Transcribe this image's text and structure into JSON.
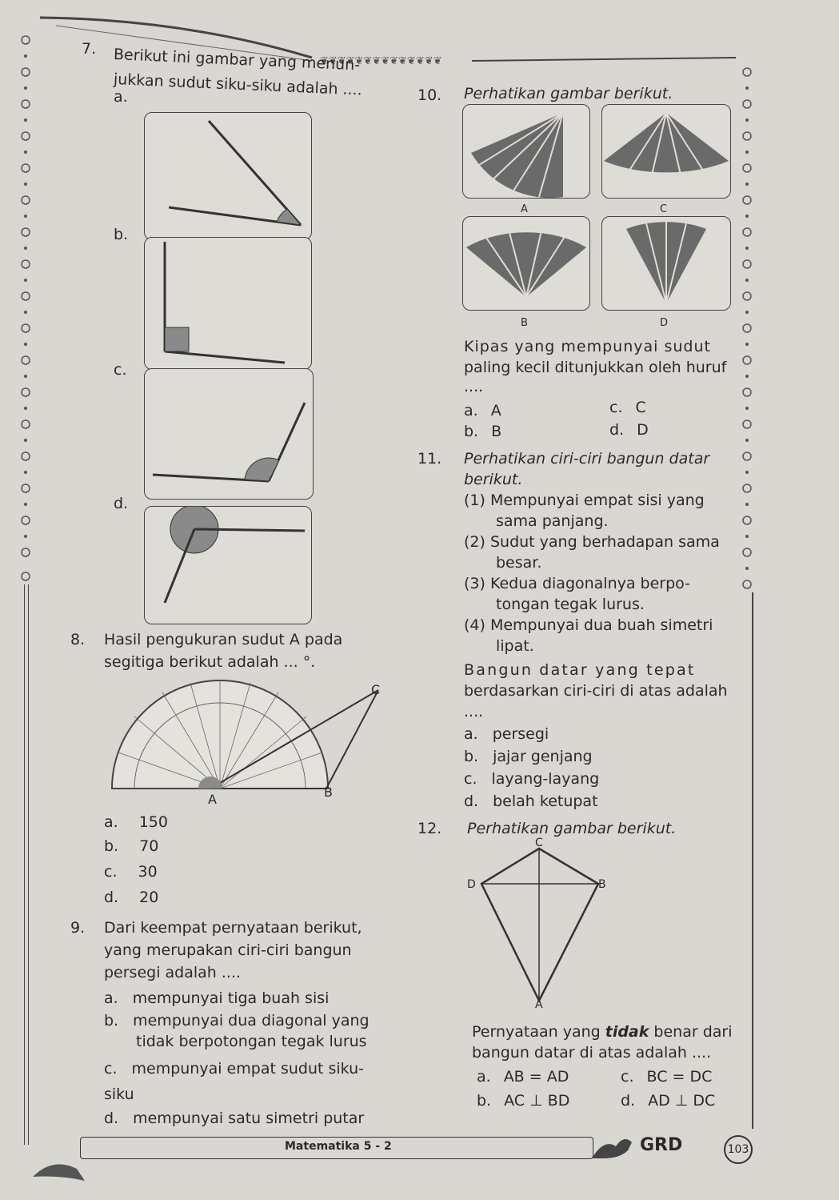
{
  "footer": {
    "book_title": "Matematika 5 - 2",
    "brand": "GRD",
    "page_number": "103"
  },
  "q7": {
    "number": "7.",
    "line1": "Berikut ini gambar yang menun-",
    "line2": "jukkan sudut siku-siku adalah ....",
    "options": [
      "a.",
      "b.",
      "c.",
      "d."
    ]
  },
  "q8": {
    "number": "8.",
    "line1": "Hasil pengukuran sudut A pada",
    "line2": "segitiga berikut adalah ... °.",
    "labels": {
      "c": "C",
      "a": "A",
      "b": "B"
    },
    "options": [
      {
        "letter": "a.",
        "text": "150"
      },
      {
        "letter": "b.",
        "text": "70"
      },
      {
        "letter": "c.",
        "text": "30"
      },
      {
        "letter": "d.",
        "text": "20"
      }
    ]
  },
  "q9": {
    "number": "9.",
    "line1": "Dari keempat pernyataan berikut,",
    "line2": "yang merupakan ciri-ciri bangun",
    "line3": "persegi adalah ....",
    "options": [
      {
        "letter": "a.",
        "line1": "mempunyai tiga buah sisi",
        "line2": ""
      },
      {
        "letter": "b.",
        "line1": "mempunyai dua diagonal yang",
        "line2": "tidak berpotongan tegak lurus"
      },
      {
        "letter": "c.",
        "line1": "mempunyai empat sudut siku-",
        "line2": "siku"
      },
      {
        "letter": "d.",
        "line1": "mempunyai satu simetri putar",
        "line2": ""
      }
    ]
  },
  "q10": {
    "number": "10.",
    "prompt": "Perhatikan gambar berikut.",
    "fan_labels": [
      "A",
      "C",
      "B",
      "D"
    ],
    "line1": "Kipas yang mempunyai sudut",
    "line2": "paling kecil ditunjukkan oleh huruf",
    "line3": "....",
    "options": [
      {
        "letter": "a.",
        "text": "A"
      },
      {
        "letter": "c.",
        "text": "C"
      },
      {
        "letter": "b.",
        "text": "B"
      },
      {
        "letter": "d.",
        "text": "D"
      }
    ]
  },
  "q11": {
    "number": "11.",
    "line1": "Perhatikan ciri-ciri bangun datar",
    "line2": "berikut.",
    "items": [
      {
        "num": "(1)",
        "line1": "Mempunyai empat sisi yang",
        "line2": "sama panjang."
      },
      {
        "num": "(2)",
        "line1": "Sudut yang berhadapan sama",
        "line2": "besar."
      },
      {
        "num": "(3)",
        "line1": "Kedua diagonalnya berpo-",
        "line2": "tongan tegak lurus."
      },
      {
        "num": "(4)",
        "line1": "Mempunyai dua buah simetri",
        "line2": "lipat."
      }
    ],
    "q1": "Bangun datar yang tepat",
    "q2": "berdasarkan ciri-ciri di atas adalah",
    "q3": "....",
    "options": [
      {
        "letter": "a.",
        "text": "persegi"
      },
      {
        "letter": "b.",
        "text": "jajar genjang"
      },
      {
        "letter": "c.",
        "text": "layang-layang"
      },
      {
        "letter": "d.",
        "text": "belah ketupat"
      }
    ]
  },
  "q12": {
    "number": "12.",
    "prompt": "Perhatikan gambar berikut.",
    "labels": {
      "c": "C",
      "d": "D",
      "b": "B",
      "a": "A"
    },
    "line1_pre": "Pernyataan yang ",
    "line1_em": "tidak",
    "line1_post": " benar dari",
    "line2": "bangun datar di atas adalah ....",
    "options": [
      {
        "letter": "a.",
        "text": "AB = AD"
      },
      {
        "letter": "c.",
        "text": "BC = DC"
      },
      {
        "letter": "b.",
        "text": "AC ⊥ BD"
      },
      {
        "letter": "d.",
        "text": "AD ⊥ DC"
      }
    ]
  },
  "colors": {
    "paper": "#dedcd6",
    "ink": "#2a2a2a",
    "fan_dark": "#6a6a6a",
    "shade": "#8a8a8a"
  }
}
